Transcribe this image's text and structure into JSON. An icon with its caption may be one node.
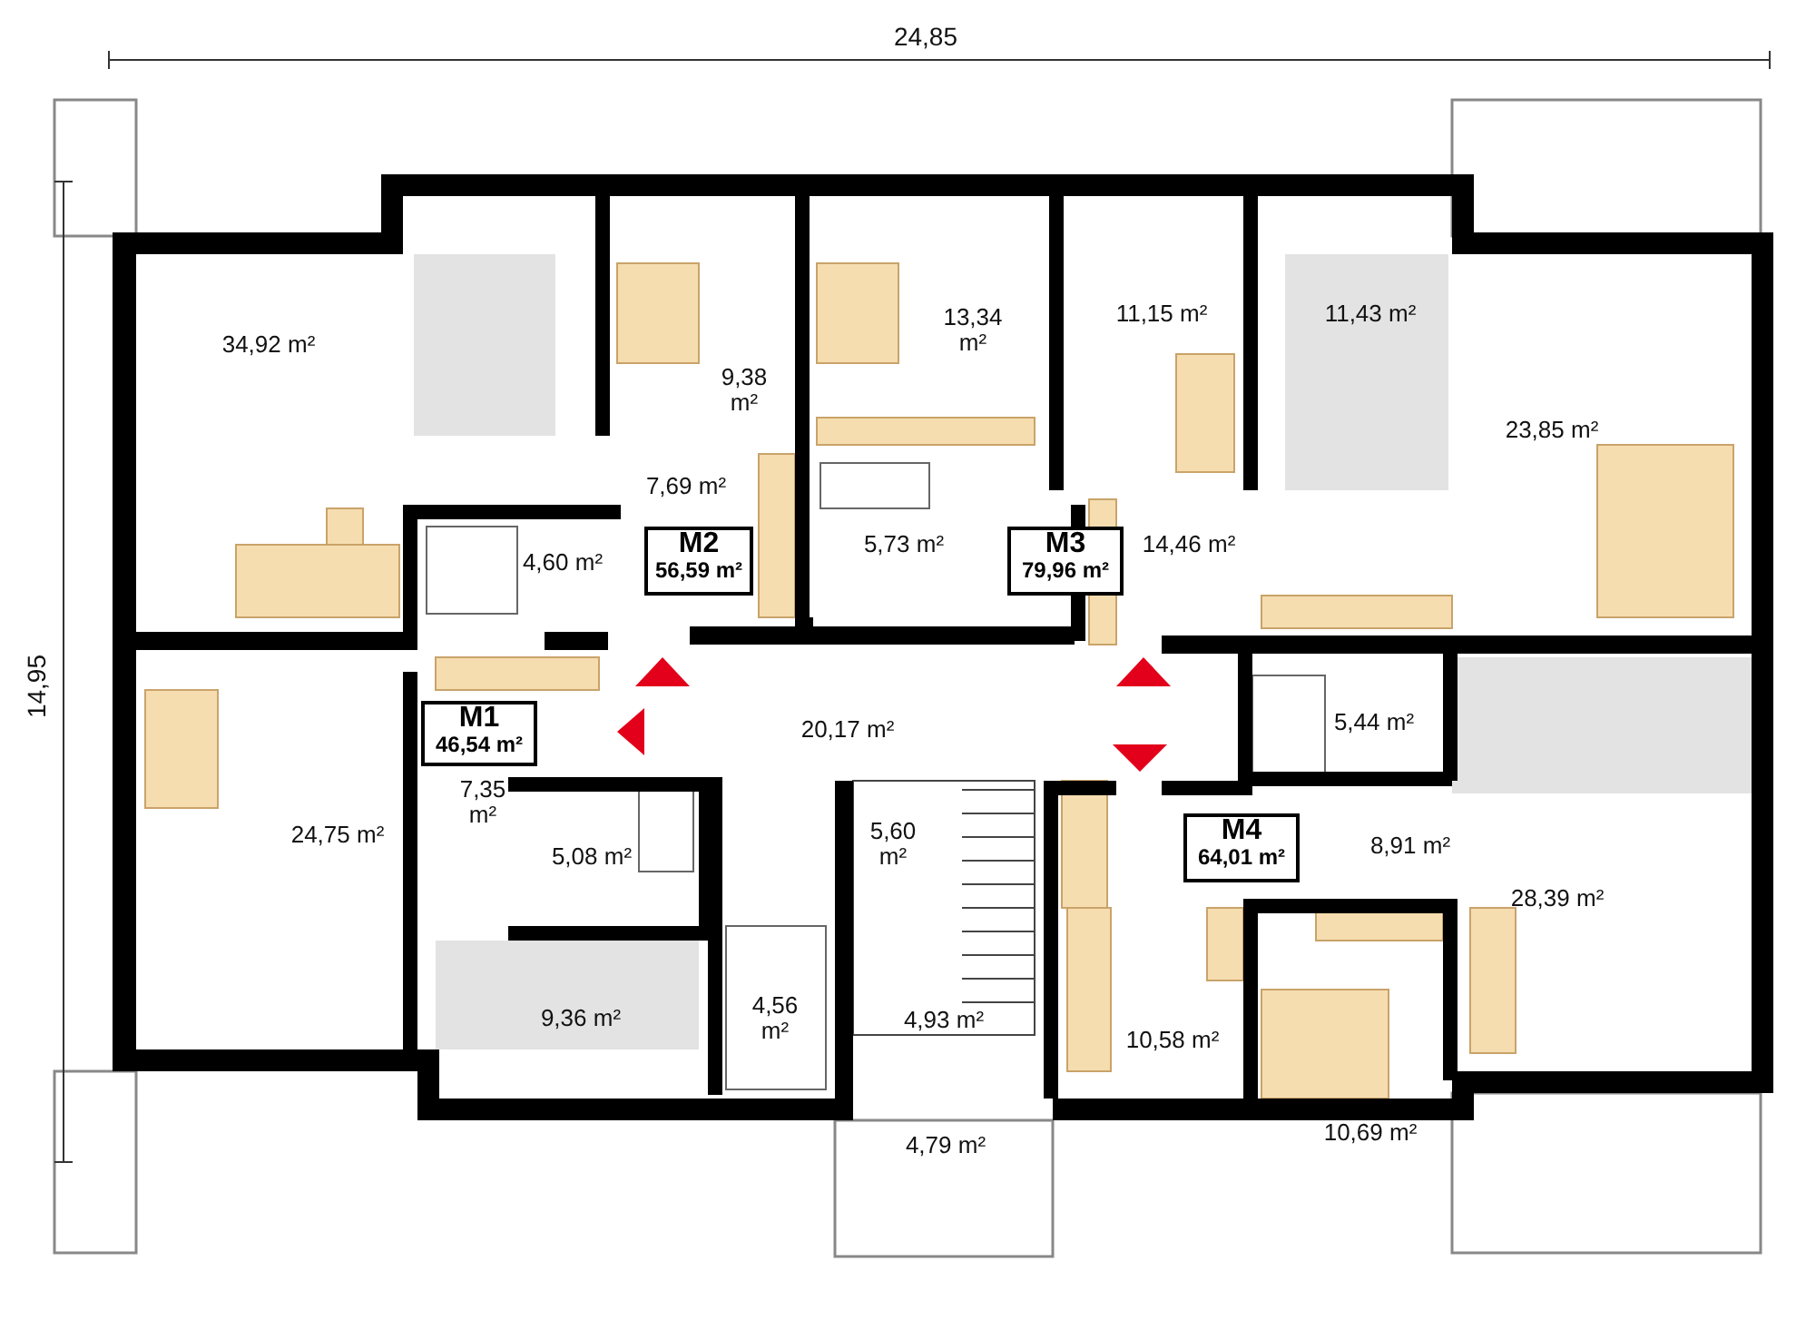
{
  "diagram": {
    "nodes": [
      {
        "text": [
          "M2",
          "56,59 m²"
        ]
      },
      {
        "text": [
          "M3",
          "79,96 m²"
        ]
      },
      {
        "text": [
          "M1",
          "46,54 m²"
        ]
      },
      {
        "text": [
          "M4",
          "64,01 m²"
        ]
      }
    ],
    "labels": [
      "24,85",
      "34,92 m²",
      "9,38 m²",
      "13,34 m²",
      "11,15 m²",
      "11,43 m²",
      "23,85 m²",
      "7,69 m²",
      "4,60 m²",
      "5,73 m²",
      "14,46 m²",
      "14,95",
      "20,17 m²",
      "5,44 m²",
      "7,35 m²",
      "24,75 m²",
      "5,08 m²",
      "5,60 m²",
      "8,91 m²",
      "28,39 m²",
      "9,36 m²",
      "4,56 m²",
      "4,93 m²",
      "10,58 m²",
      "10,69 m²",
      "4,79 m²"
    ]
  }
}
